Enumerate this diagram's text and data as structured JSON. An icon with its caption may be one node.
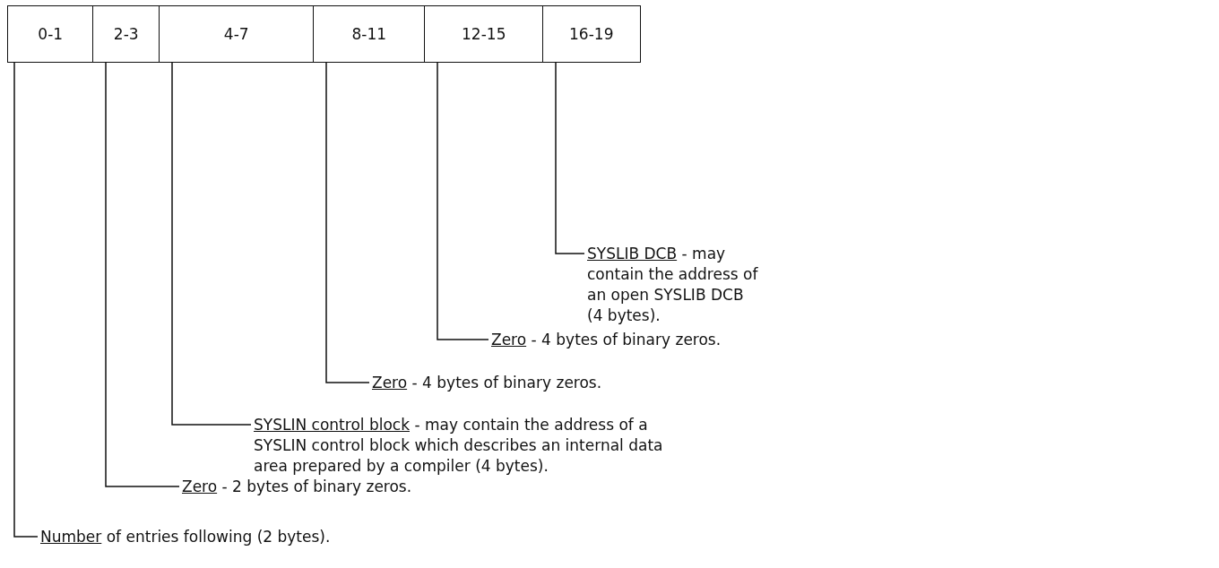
{
  "diagram": {
    "nodes": [
      {
        "text": [
          "0-1"
        ]
      },
      {
        "text": [
          "2-3"
        ]
      },
      {
        "text": [
          "4-7"
        ]
      },
      {
        "text": [
          "8-11"
        ]
      },
      {
        "text": [
          "12-15"
        ]
      },
      {
        "text": [
          "16-19"
        ]
      },
      {
        "text": [
          "SYSLIB DCB",
          "- may contain the address of an open SYSLIB DCB (4 bytes)."
        ]
      },
      {
        "text": [
          "Zero",
          "- 4 bytes of binary zeros."
        ]
      },
      {
        "text": [
          "Zero",
          "- 4 bytes of binary zeros."
        ]
      },
      {
        "text": [
          "SYSLIN control block",
          "- may contain the address of a SYSLIN control block which describes an internal data area prepared by a compiler (4 bytes)."
        ]
      },
      {
        "text": [
          "Zero",
          "- 2 bytes of binary zeros."
        ]
      },
      {
        "text": [
          "Number",
          "of entries following (2 bytes)."
        ]
      }
    ],
    "edges": [
      {
        "from": 6,
        "to": 5,
        "arrow": "none"
      },
      {
        "from": 7,
        "to": 4,
        "arrow": "none"
      },
      {
        "from": 8,
        "to": 3,
        "arrow": "none"
      },
      {
        "from": 9,
        "to": 2,
        "arrow": "none"
      },
      {
        "from": 10,
        "to": 1,
        "arrow": "none"
      },
      {
        "from": 11,
        "to": 0,
        "arrow": "none"
      }
    ]
  }
}
